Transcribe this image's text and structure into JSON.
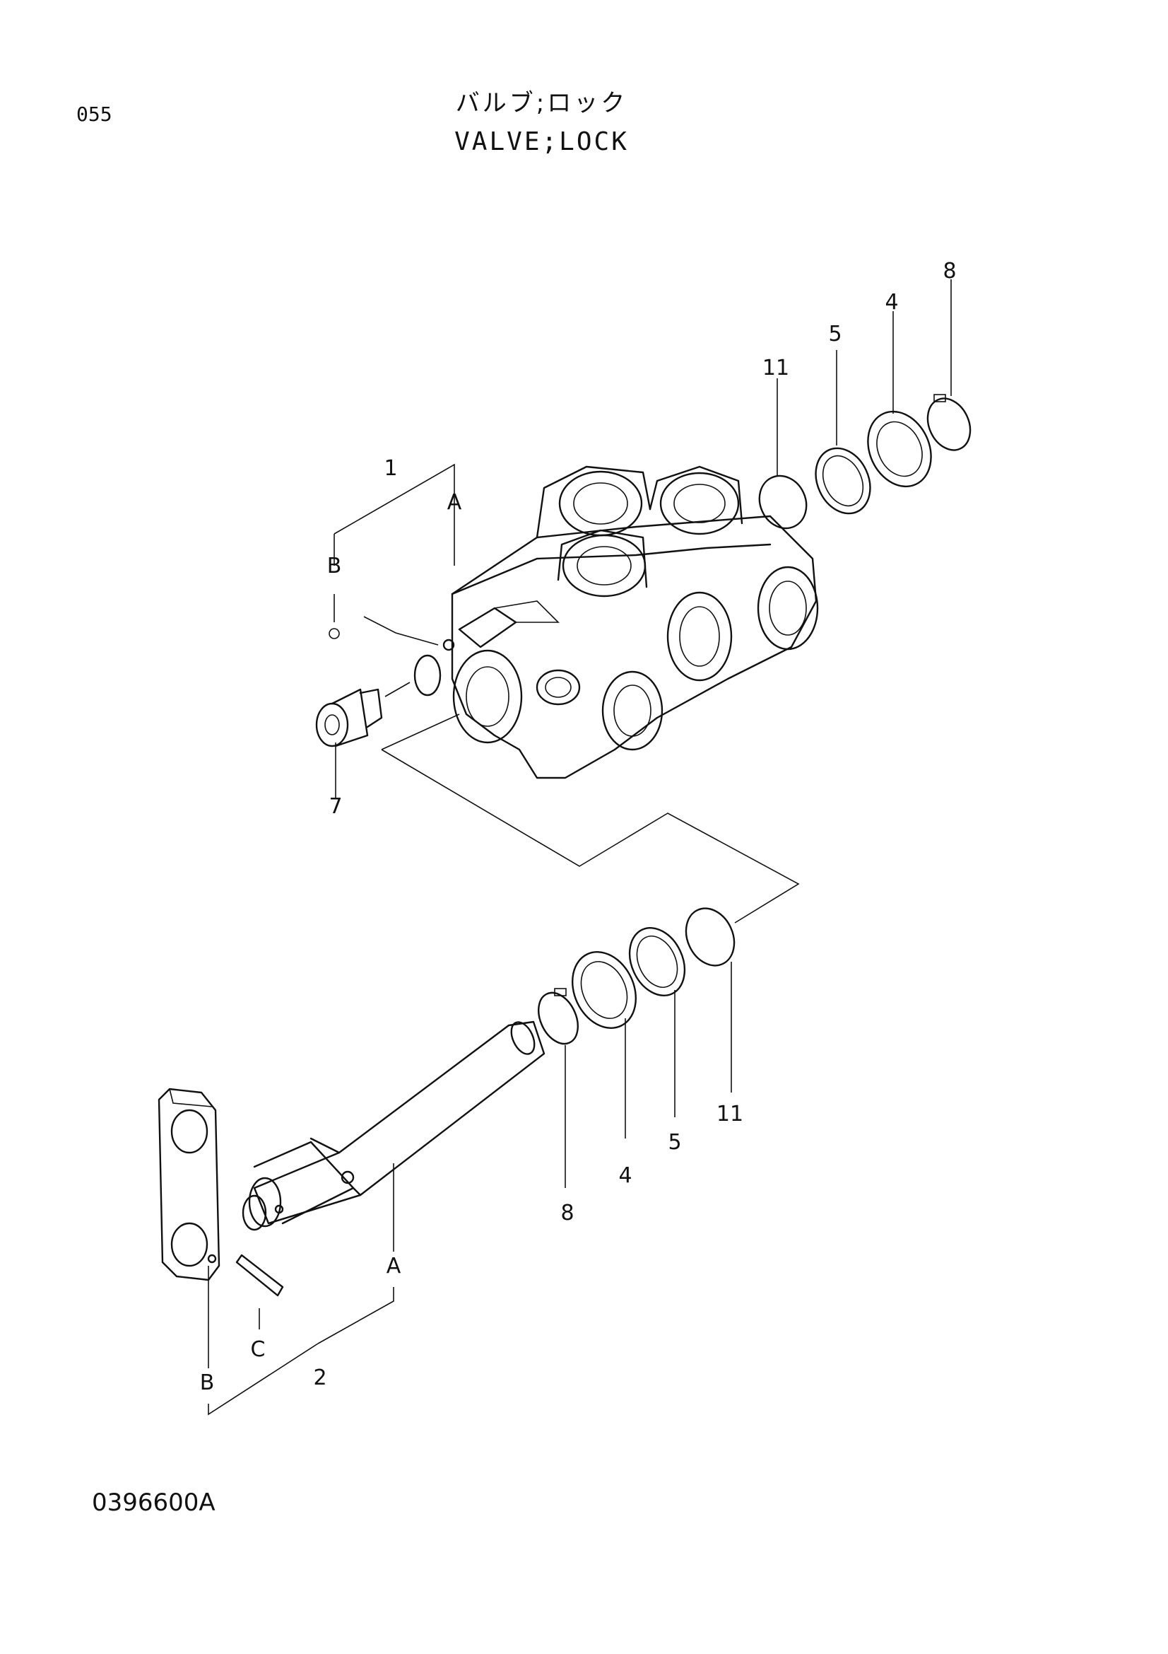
{
  "header": {
    "page_number": "055",
    "title_jp": "バルブ;ロック",
    "title_en": "VALVE;LOCK"
  },
  "footer": {
    "drawing_code": "0396600A"
  },
  "callouts": {
    "top_8": "8",
    "top_4": "4",
    "top_5": "5",
    "top_11": "11",
    "body_1": "1",
    "top_A": "A",
    "top_B": "B",
    "plug_7": "7",
    "bot_11": "11",
    "bot_5": "5",
    "bot_4": "4",
    "bot_8": "8",
    "bot_A": "A",
    "bot_C": "C",
    "bot_B": "B",
    "shaft_2": "2"
  }
}
